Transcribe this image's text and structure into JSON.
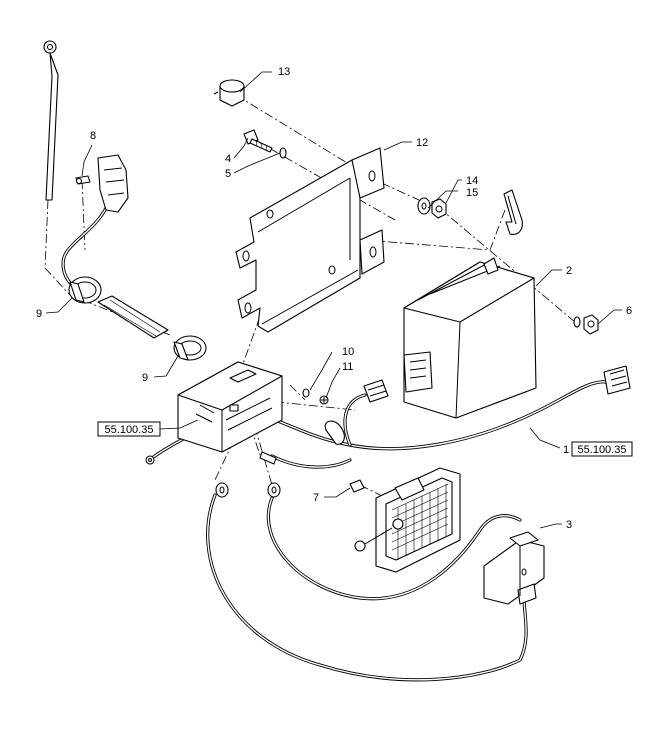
{
  "callouts": {
    "c1": "1",
    "c2": "2",
    "c3": "3",
    "c4": "4",
    "c5": "5",
    "c6": "6",
    "c7": "7",
    "c8": "8",
    "c9a": "9",
    "c9b": "9",
    "c10": "10",
    "c11": "11",
    "c12": "12",
    "c13": "13",
    "c14": "14",
    "c15": "15"
  },
  "references": {
    "left_box": "55.100.35",
    "right_box": "55.100.35"
  }
}
